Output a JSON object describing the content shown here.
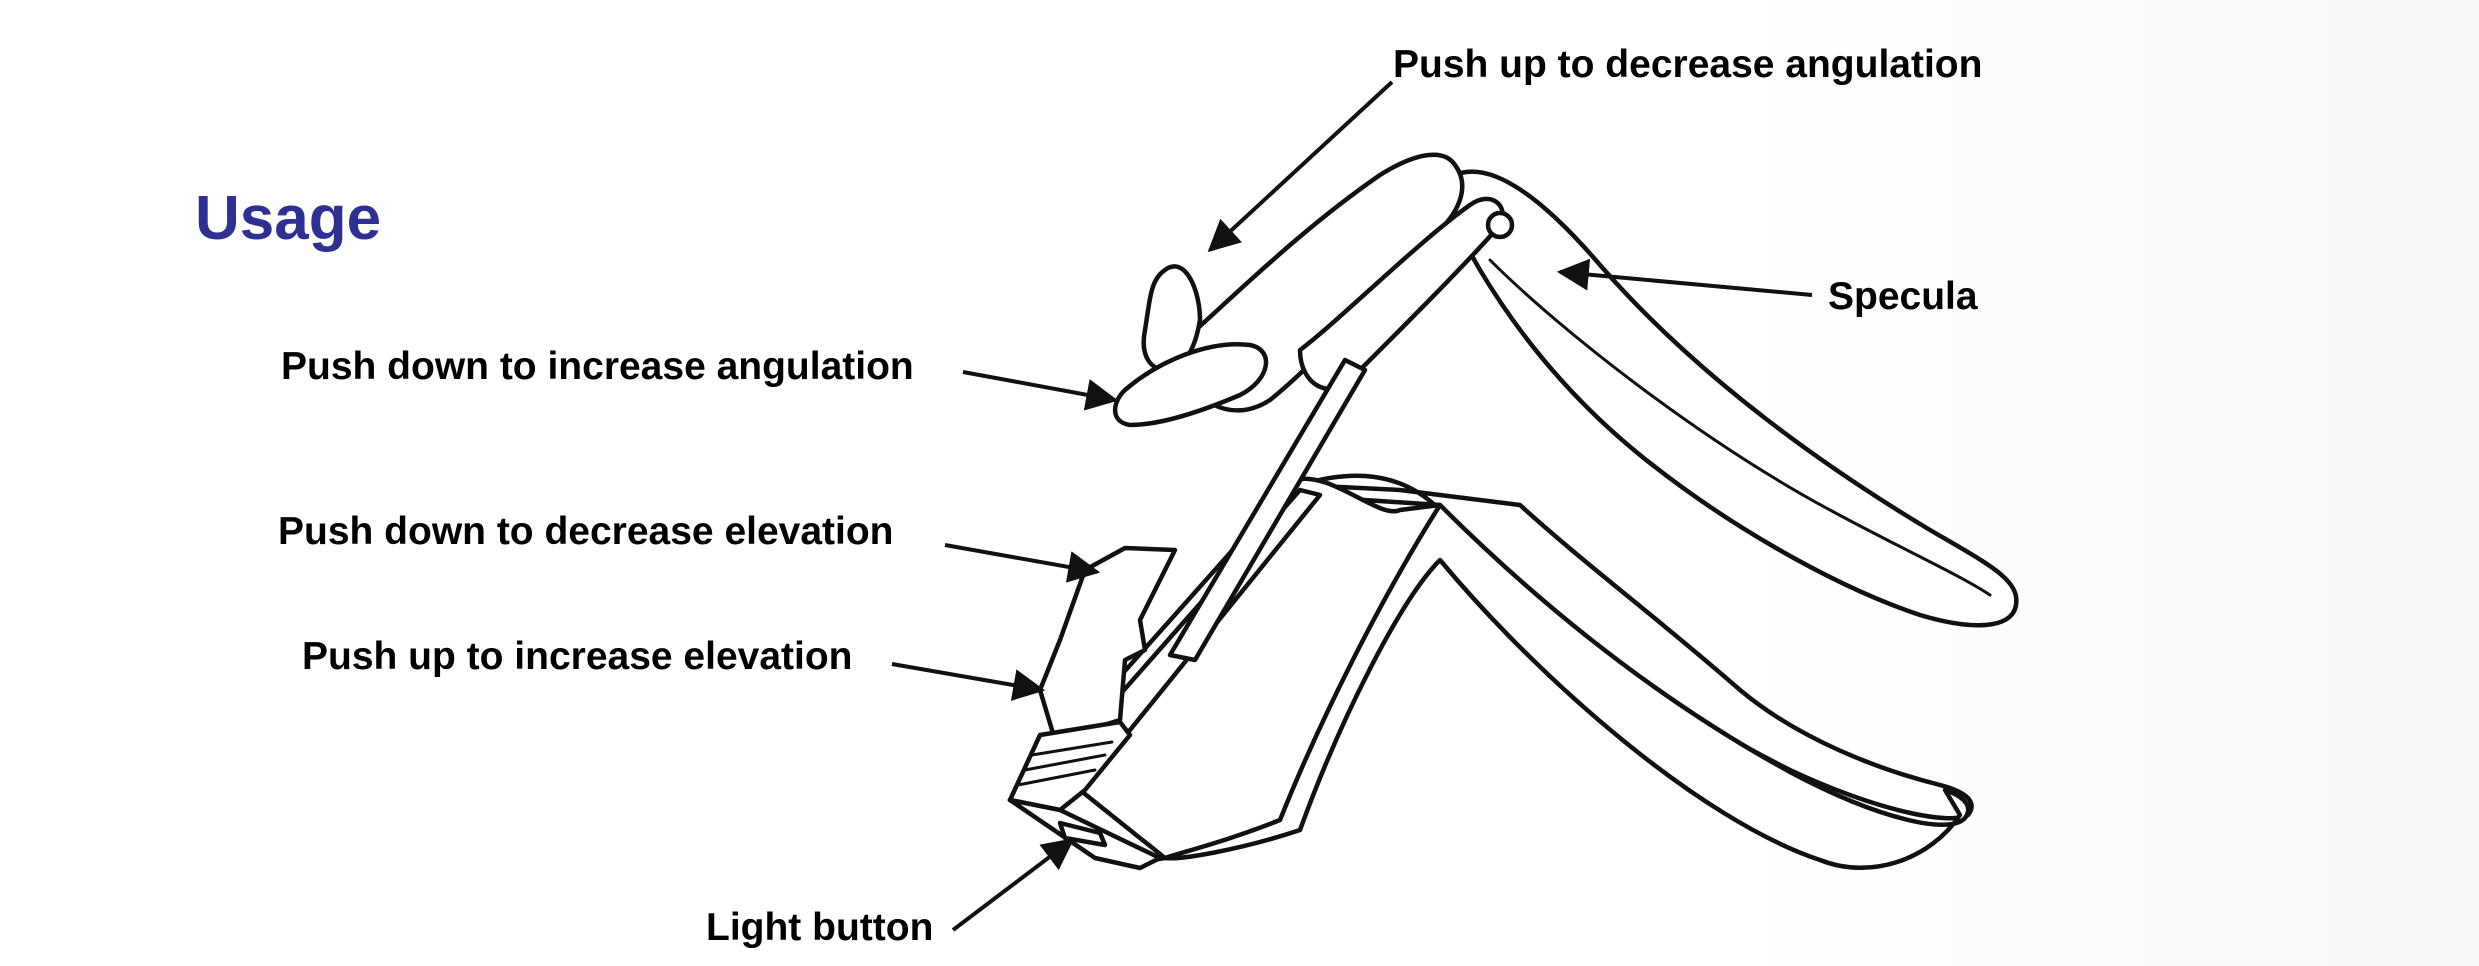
{
  "title": "Usage",
  "labels": {
    "push_up_angulation": "Push up to decrease angulation",
    "specula": "Specula",
    "push_down_angulation": "Push down to increase angulation",
    "push_down_elevation": "Push down to decrease elevation",
    "push_up_elevation": "Push up to increase elevation",
    "light_button": "Light button"
  },
  "colors": {
    "title": "#2e3192",
    "text": "#000000",
    "background": "#ffffff"
  }
}
